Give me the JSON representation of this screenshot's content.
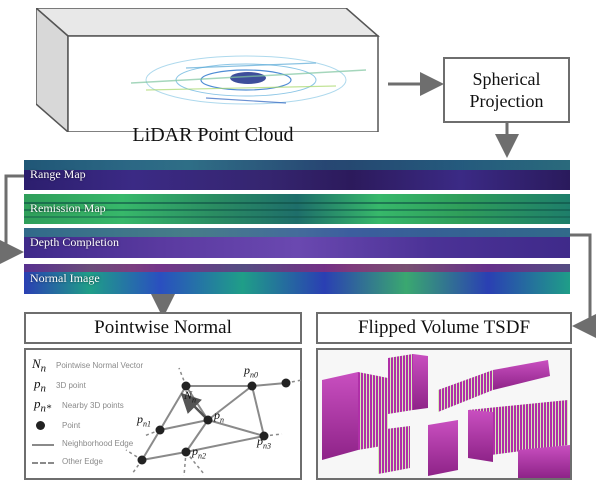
{
  "lidar": {
    "caption": "LiDAR Point Cloud"
  },
  "spherical": {
    "line1": "Spherical",
    "line2": "Projection"
  },
  "strips": [
    {
      "label": "Range Map"
    },
    {
      "label": "Remission Map"
    },
    {
      "label": "Depth Completion"
    },
    {
      "label": "Normal Image"
    }
  ],
  "pointwise_normal": {
    "title": "Pointwise Normal"
  },
  "tsdf": {
    "title": "Flipped Volume TSDF"
  },
  "legend": {
    "items": [
      {
        "symbol_base": "N",
        "symbol_sub": "n",
        "text": "Pointwise Normal Vector"
      },
      {
        "symbol_base": "p",
        "symbol_sub": "n",
        "text": "3D point"
      },
      {
        "symbol_base": "p",
        "symbol_sub": "n*",
        "text": "Nearby 3D points"
      },
      {
        "symbol_base": "●",
        "symbol_sub": "",
        "text": "Point"
      },
      {
        "symbol_base": "—",
        "symbol_sub": "",
        "text": "Neighborhood Edge"
      },
      {
        "symbol_base": "- -",
        "symbol_sub": "",
        "text": "Other Edge"
      }
    ]
  },
  "graph_nodes": [
    {
      "base": "p",
      "sub": "n0"
    },
    {
      "base": "N",
      "sub": "n"
    },
    {
      "base": "p",
      "sub": "n1"
    },
    {
      "base": "p",
      "sub": "n"
    },
    {
      "base": "p",
      "sub": "n3"
    },
    {
      "base": "p",
      "sub": "n2"
    }
  ],
  "colors": {
    "arrow": "#6e6e6e",
    "box_border": "#6e6e6e",
    "strip_dark": "#3b1a6b",
    "strip_green": "#2fae6a",
    "strip_teal": "#1e7e8c",
    "strip_blue": "#2a3fb3",
    "voxel_magenta": "#b02fa8",
    "voxel_green": "#c6e6a8"
  }
}
